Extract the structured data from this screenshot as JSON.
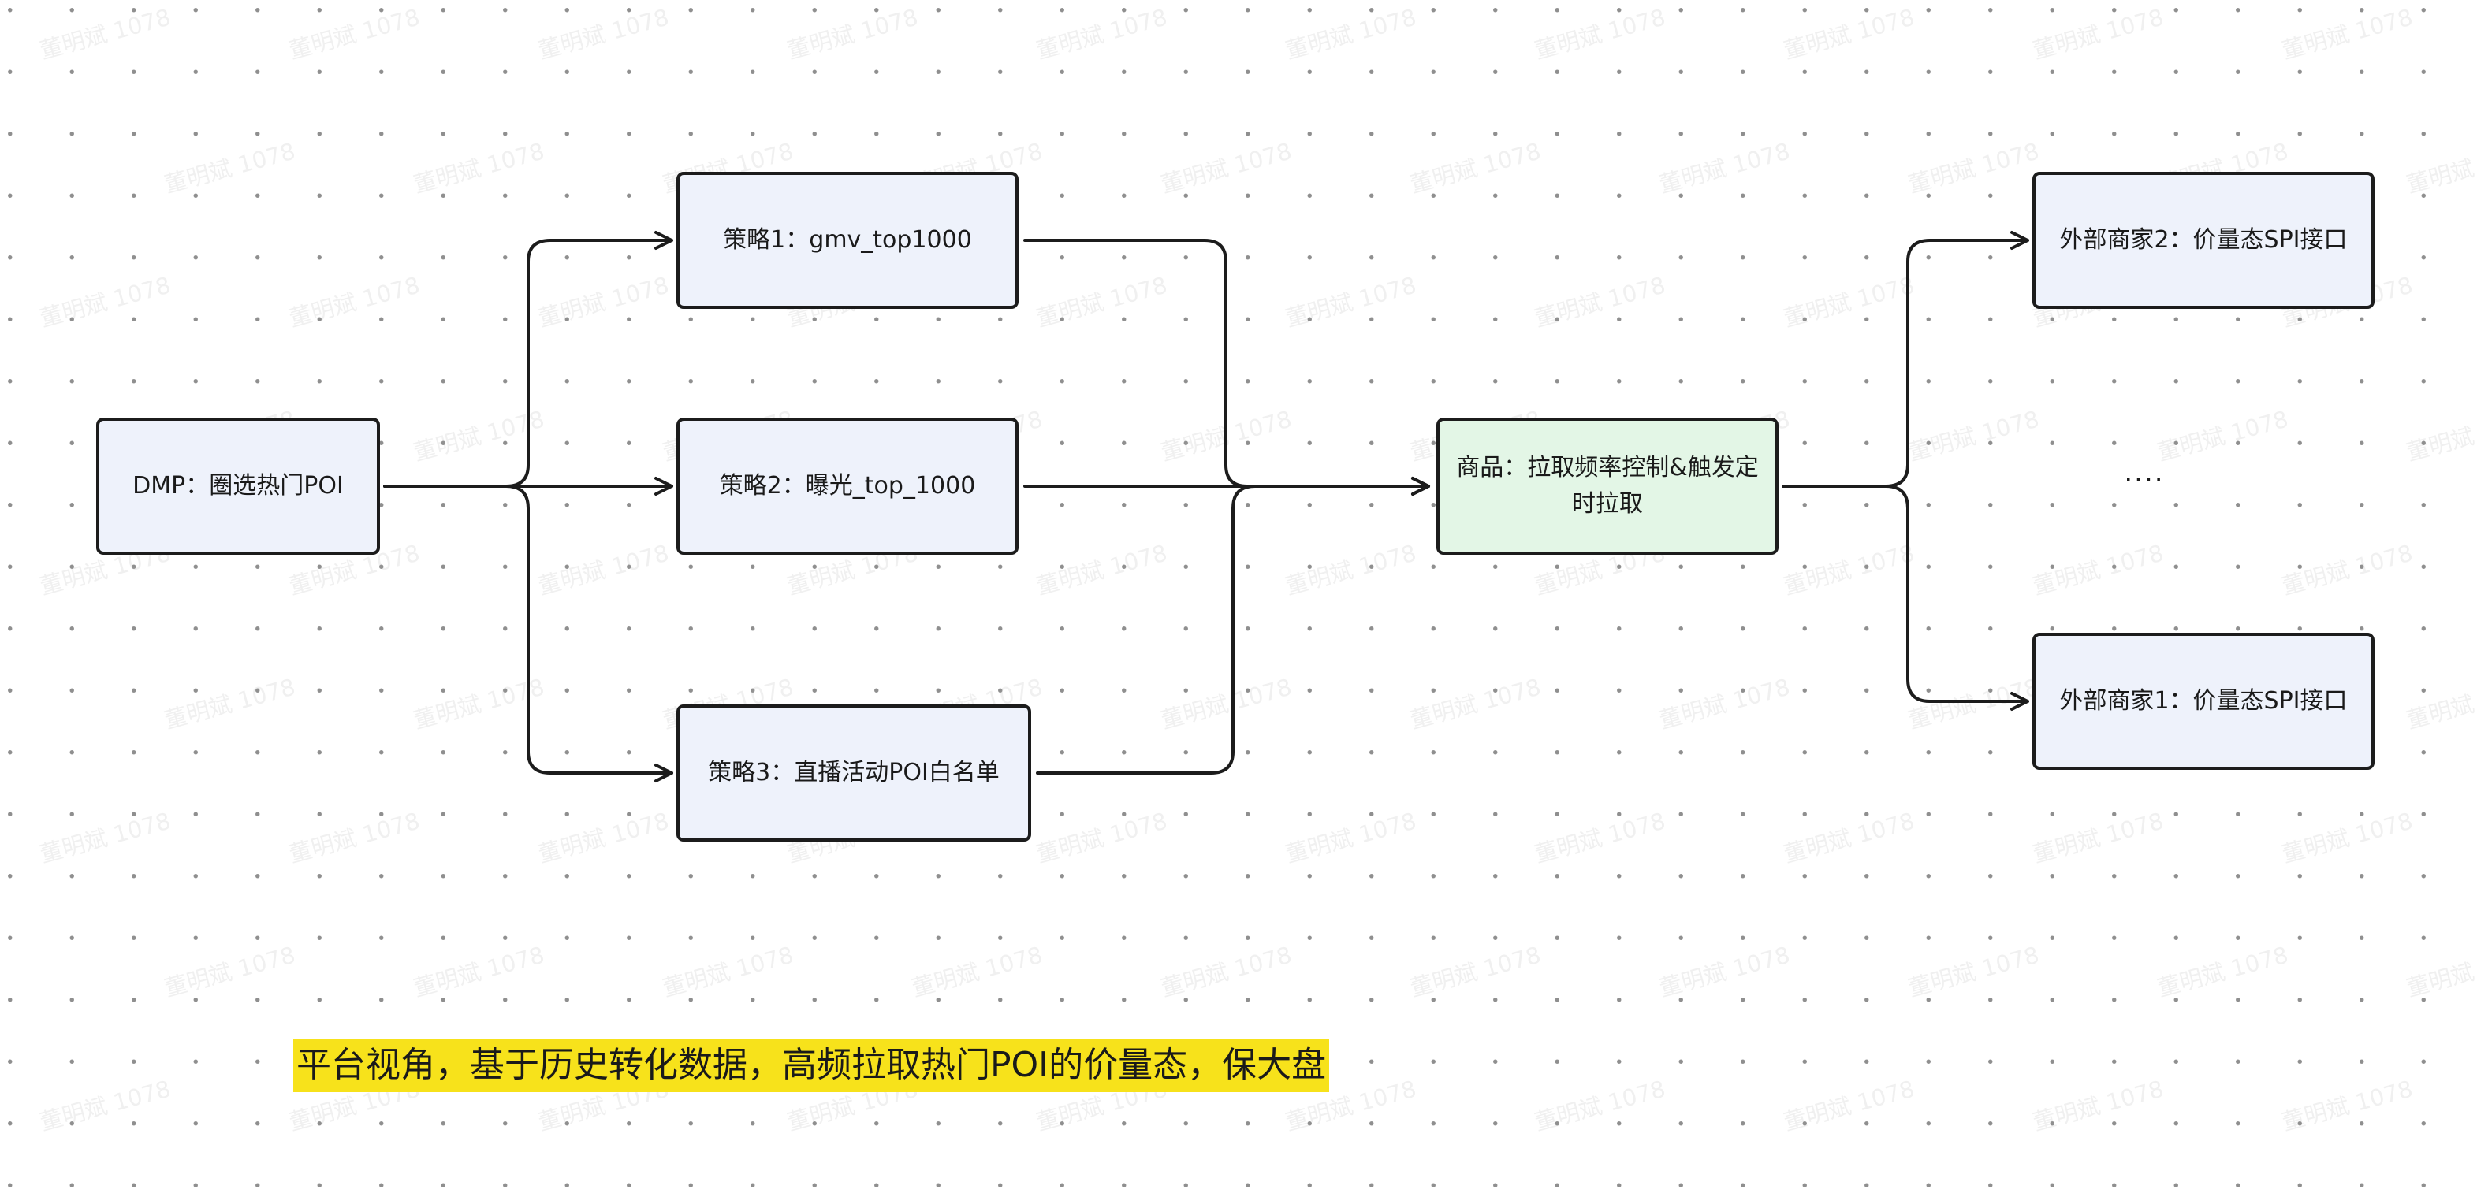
{
  "diagram": {
    "nodes": {
      "dmp": "DMP：圈选热门POI",
      "strategy1": "策略1：gmv_top1000",
      "strategy2": "策略2：曝光_top_1000",
      "strategy3": "策略3：直播活动POI白名单",
      "product": "商品：拉取频率控制&触发定时拉取",
      "merchant2": "外部商家2：价量态SPI接口",
      "merchant1": "外部商家1：价量态SPI接口"
    },
    "ellipsis": "....",
    "caption": "平台视角，基于历史转化数据，高频拉取热门POI的价量态，保大盘",
    "watermark": "董明斌 1078",
    "colors": {
      "node_fill": "#eef2fb",
      "highlight_fill": "#e3f6e6",
      "stroke": "#1c1c1c",
      "caption_highlight": "#f7e21b"
    }
  }
}
